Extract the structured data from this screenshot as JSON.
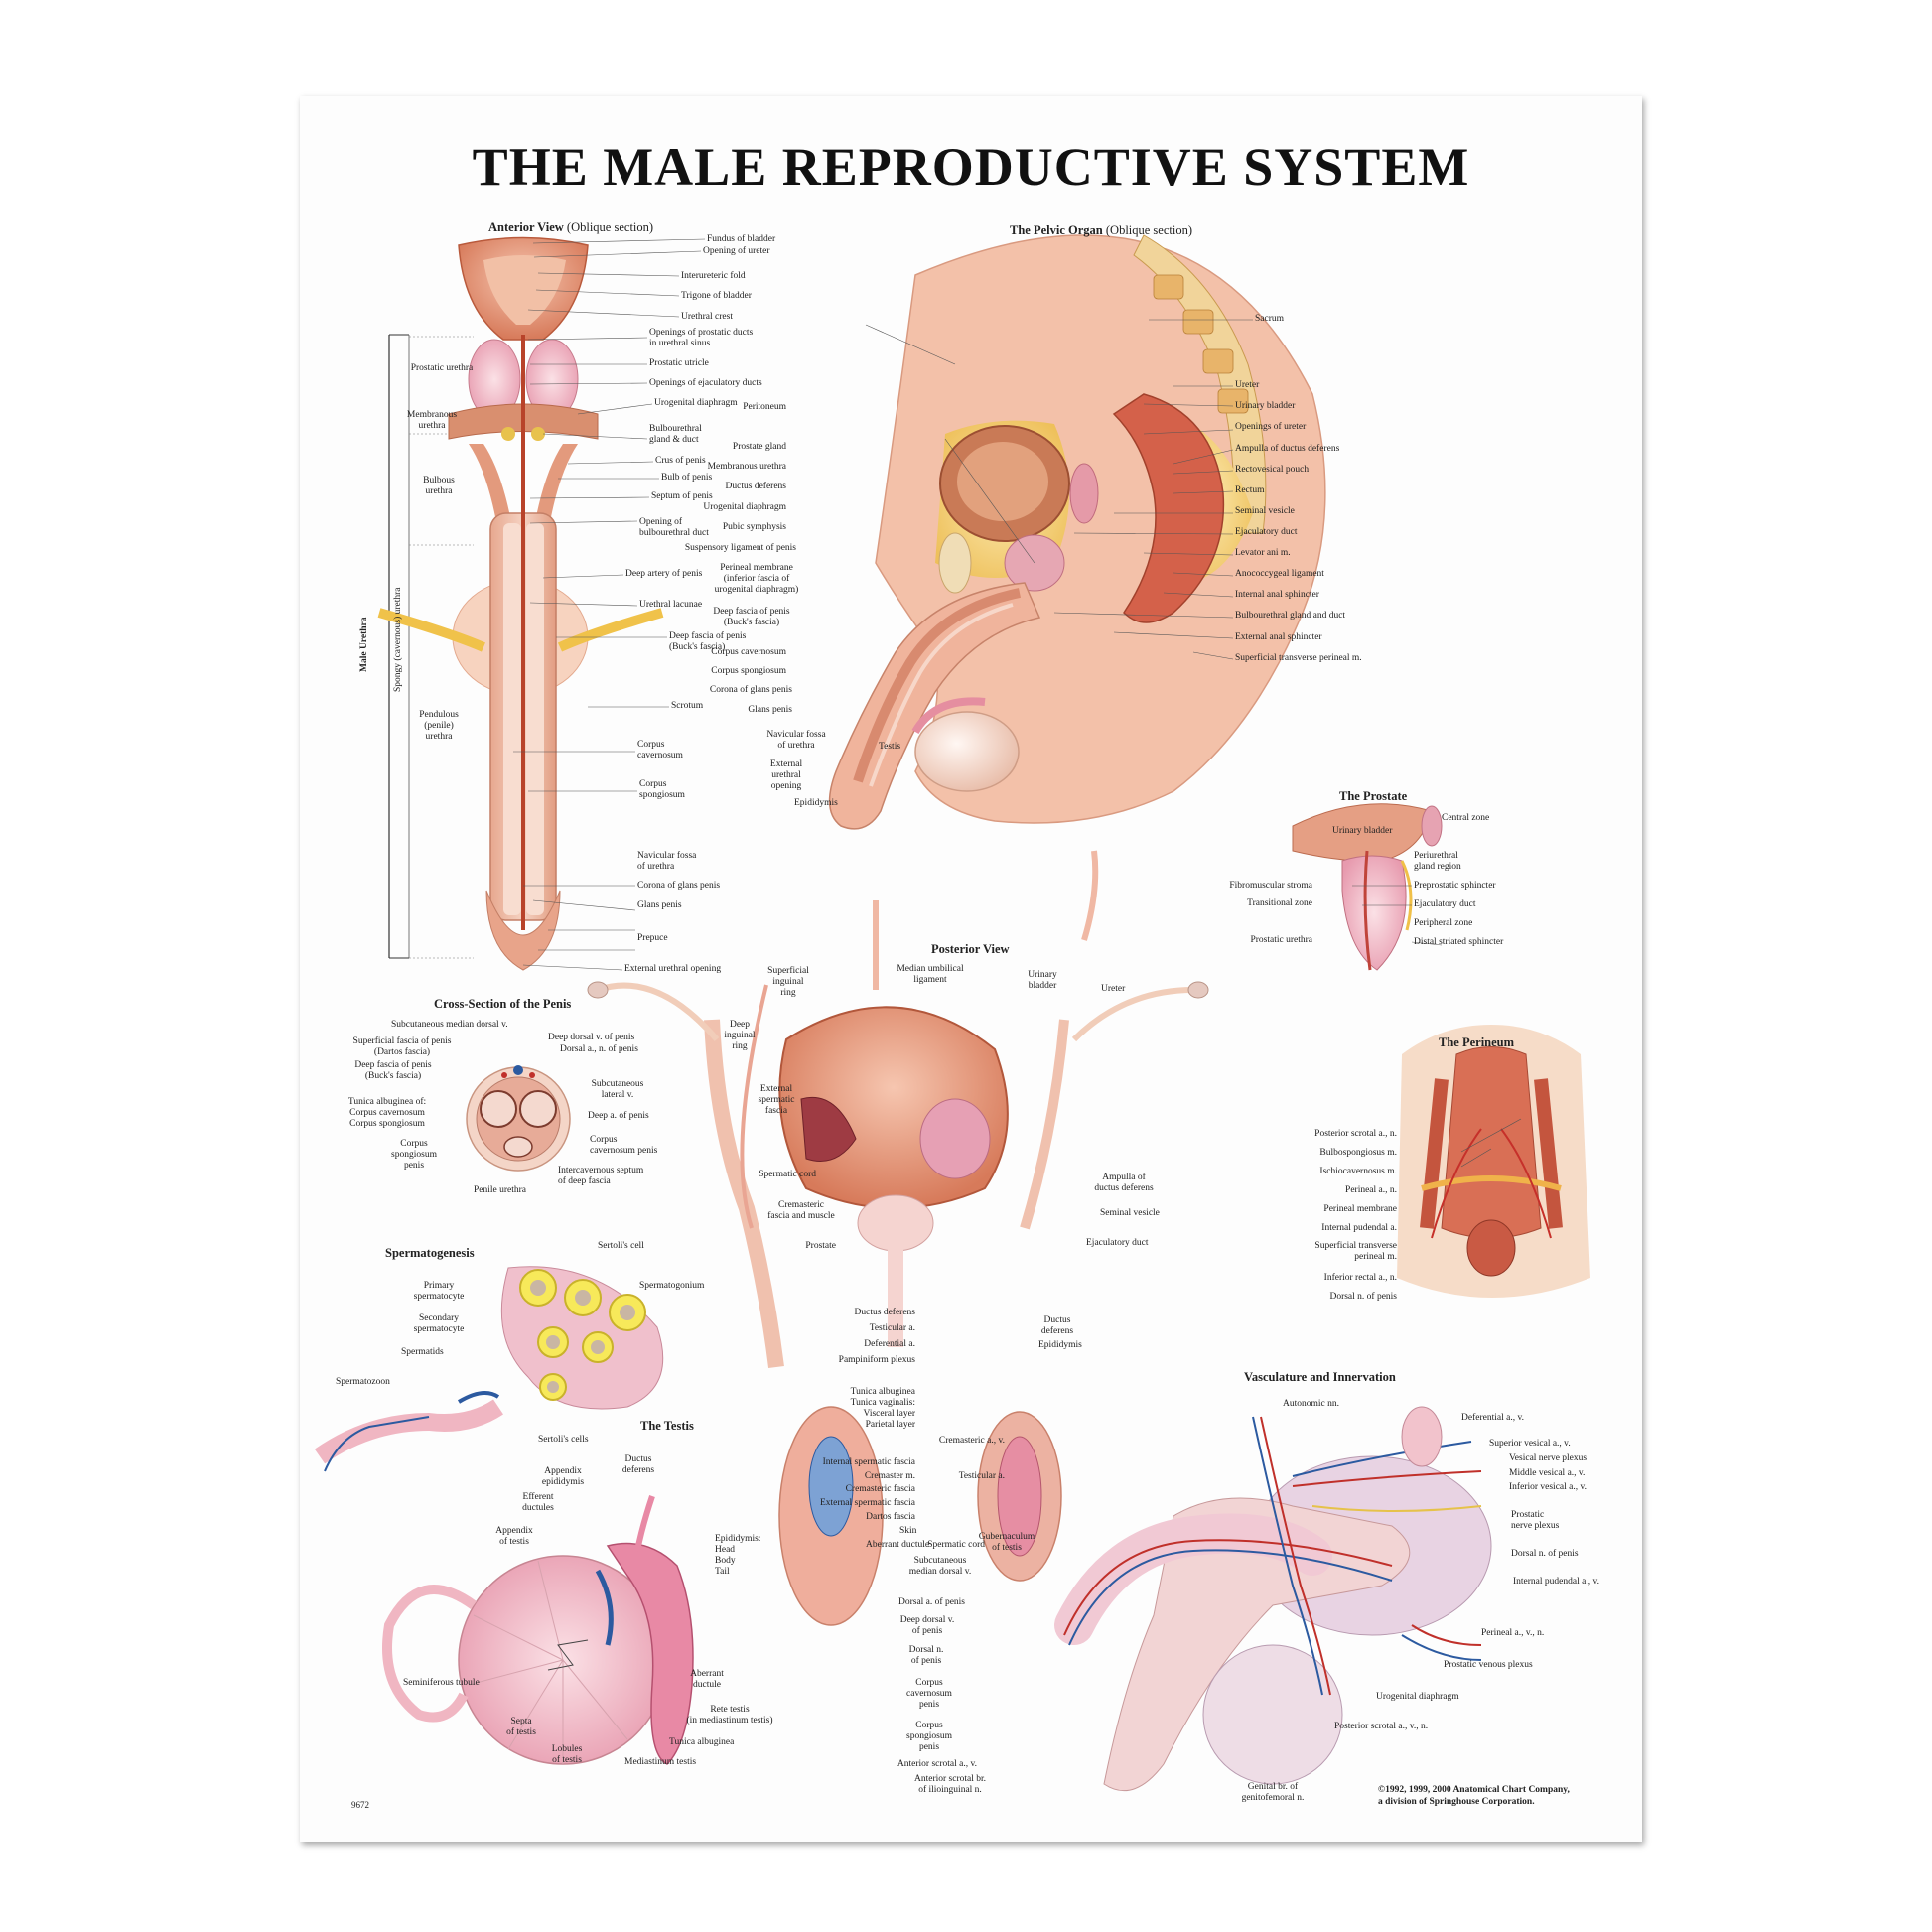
{
  "title": "THE MALE REPRODUCTIVE SYSTEM",
  "catalog_no": "9672",
  "copyright": "©1992, 1999, 2000 Anatomical Chart Company,\na division of Springhouse Corporation.",
  "colors": {
    "tissue": "#e8a48a",
    "muscle": "#c65a3e",
    "fat": "#f2d27a",
    "vein": "#2c5aa0",
    "artery": "#c0302a",
    "pink": "#f3b7c4"
  },
  "sections": {
    "anterior": {
      "title": "Anterior View",
      "sub": "(Oblique section)"
    },
    "pelvic": {
      "title": "The Pelvic Organ",
      "sub": "(Oblique section)"
    },
    "prostate": {
      "title": "The Prostate"
    },
    "perineum": {
      "title": "The Perineum"
    },
    "cross": {
      "title": "Cross-Section of the Penis"
    },
    "posterior": {
      "title": "Posterior View"
    },
    "sperm": {
      "title": "Spermatogenesis"
    },
    "testis": {
      "title": "The Testis"
    },
    "vasc": {
      "title": "Vasculature and Innervation"
    }
  },
  "labels": {
    "ant_right": [
      "Fundus of bladder",
      "Opening of ureter",
      "Interureteric fold",
      "Trigone of bladder",
      "Urethral crest",
      "Openings of prostatic ducts\nin urethral sinus",
      "Prostatic utricle",
      "Openings of ejaculatory ducts",
      "Urogenital diaphragm",
      "Bulbourethral\ngland & duct",
      "Crus of penis",
      "Bulb of penis",
      "Septum of penis",
      "Opening of\nbulbourethral duct",
      "Deep artery of penis",
      "Urethral lacunae",
      "Deep fascia of penis\n(Buck's fascia)",
      "Scrotum",
      "Corpus\ncavernosum",
      "Corpus\nspongiosum",
      "Navicular fossa\nof urethra",
      "Corona of glans penis",
      "Glans penis",
      "Prepuce",
      "External urethral opening"
    ],
    "ant_left": [
      "Prostatic urethra",
      "Membranous\nurethra",
      "Bulbous\nurethra",
      "Pendulous\n(penile)\nurethra"
    ],
    "ant_vert": [
      "Male Urethra",
      "Spongy (cavernous) urethra"
    ],
    "pelvic_left": [
      "Peritoneum",
      "Prostate gland",
      "Membranous urethra",
      "Ductus deferens",
      "Urogenital diaphragm",
      "Pubic symphysis",
      "Suspensory ligament of penis",
      "Perineal membrane\n(inferior fascia of\nurogenital diaphragm)",
      "Deep fascia of penis\n(Buck's fascia)",
      "Corpus cavernosum",
      "Corpus spongiosum",
      "Corona of glans penis",
      "Glans penis",
      "Navicular fossa\nof urethra",
      "External\nurethral\nopening",
      "Epididymis",
      "Testis"
    ],
    "pelvic_right": [
      "Sacrum",
      "Ureter",
      "Urinary bladder",
      "Openings of ureter",
      "Ampulla of ductus deferens",
      "Rectovesical pouch",
      "Rectum",
      "Seminal vesicle",
      "Ejaculatory duct",
      "Levator ani m.",
      "Anococcygeal ligament",
      "Internal anal sphincter",
      "Bulbourethral gland and duct",
      "External anal sphincter",
      "Superficial transverse perineal m."
    ],
    "prostate_left": [
      "Fibromuscular stroma",
      "Transitional zone",
      "Prostatic urethra"
    ],
    "prostate_right": [
      "Central zone",
      "Periurethral\ngland region",
      "Preprostatic sphincter",
      "Ejaculatory duct",
      "Peripheral zone",
      "Distal striated sphincter"
    ],
    "prostate_inner": "Urinary bladder",
    "perineum_left": [
      "Posterior scrotal a., n.",
      "Bulbospongiosus m.",
      "Ischiocavernosus m.",
      "Perineal a., n.",
      "Perineal membrane",
      "Internal pudendal a.",
      "Superficial transverse\nperineal m.",
      "Inferior rectal a., n.",
      "Dorsal n. of penis"
    ],
    "cross_left": [
      "Superficial fascia of penis\n(Dartos fascia)",
      "Deep fascia of penis\n(Buck's fascia)",
      "Tunica albuginea of:\nCorpus cavernosum\nCorpus spongiosum",
      "Corpus\nspongiosum\npenis"
    ],
    "cross_right": [
      "Deep dorsal v. of penis",
      "Dorsal a., n. of penis",
      "Subcutaneous\nlateral v.",
      "Deep a. of penis",
      "Corpus\ncavernosum penis",
      "Intercavernous septum\nof deep fascia"
    ],
    "cross_top": "Subcutaneous median dorsal v.",
    "cross_bottom": "Penile urethra",
    "post_top": [
      "Superficial\ninguinal\nring",
      "Median umbilical\nligament",
      "Urinary\nbladder",
      "Ureter",
      "Deep\ninguinal\nring"
    ],
    "post_left": [
      "External\nspermatic\nfascia",
      "Spermatic cord",
      "Cremasteric\nfascia and muscle",
      "Prostate",
      "Ductus deferens",
      "Testicular a.",
      "Deferential a.",
      "Pampiniform plexus",
      "Tunica albuginea\nTunica vaginalis:\nVisceral layer\nParietal layer",
      "Internal spermatic fascia",
      "Cremaster m.",
      "Cremasteric fascia",
      "External spermatic fascia",
      "Dartos fascia",
      "Skin",
      "Aberrant ductule"
    ],
    "post_right": [
      "Ampulla of\nductus deferens",
      "Seminal vesicle",
      "Ejaculatory duct",
      "Ductus\ndeferens",
      "Epididymis",
      "Gubernaculum\nof testis"
    ],
    "sperm": [
      "Sertoli's cell",
      "Spermatogonium",
      "Primary\nspermatocyte",
      "Secondary\nspermatocyte",
      "Spermatids",
      "Spermatozoon",
      "Sertoli's cells"
    ],
    "testis": [
      "Ductus\ndeferens",
      "Appendix\nepididymis",
      "Efferent\nductules",
      "Appendix\nof testis",
      "Epididymis:\nHead\nBody\nTail",
      "Seminiferous tubule",
      "Septa\nof testis",
      "Lobules\nof testis",
      "Mediastinum testis",
      "Tunica albuginea",
      "Rete testis\n(in mediastinum testis)",
      "Aberrant\nductule"
    ],
    "vasc_left": [
      "Cremasteric a., v.",
      "Testicular a.",
      "Spermatic cord",
      "Subcutaneous\nmedian dorsal v.",
      "Dorsal a. of penis",
      "Deep dorsal v.\nof penis",
      "Dorsal n.\nof penis",
      "Corpus\ncavernosum\npenis",
      "Corpus\nspongiosum\npenis",
      "Anterior scrotal a., v.",
      "Anterior scrotal br.\nof ilioinguinal n."
    ],
    "vasc_right": [
      "Deferential a., v.",
      "Superior vesical a., v.",
      "Vesical nerve plexus",
      "Middle vesical a., v.",
      "Inferior vesical a., v.",
      "Prostatic\nnerve plexus",
      "Dorsal n. of penis",
      "Internal pudendal a., v.",
      "Perineal a., v., n.",
      "Prostatic venous plexus",
      "Urogenital diaphragm",
      "Posterior scrotal a., v., n."
    ],
    "vasc_misc": [
      "Autonomic nn.",
      "Genital br. of\ngenitofemoral n."
    ]
  }
}
